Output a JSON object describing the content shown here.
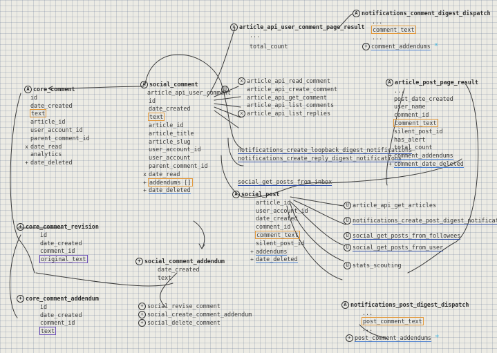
{
  "blocks": {
    "core_comment": {
      "title": "core_comment",
      "title_mark": "A",
      "fields": [
        "id",
        "date_created",
        "text",
        "article_id",
        "user_account_id",
        "parent_comment_id",
        "date_read",
        "analytics",
        "date_deleted"
      ],
      "field_marks": [
        "",
        "",
        "",
        "",
        "",
        "",
        "x",
        "",
        "+"
      ]
    },
    "core_comment_revision": {
      "title": "core_comment_revision",
      "title_mark": "+",
      "fields": [
        "id",
        "date_created",
        "comment_id",
        "original_text"
      ]
    },
    "core_comment_addendum": {
      "title": "core_comment_addendum",
      "title_mark": "+",
      "fields": [
        "id",
        "date_created",
        "comment_id",
        "text"
      ]
    },
    "social_comment": {
      "title": "social_comment",
      "title2": "article_api_user_comment",
      "title_mark": "A",
      "fields": [
        "id",
        "date_created",
        "text",
        "article_id",
        "article_title",
        "article_slug",
        "user_account_id",
        "user_account",
        "parent_comment_id",
        "date_read",
        "addendums []",
        "date_deleted"
      ],
      "field_marks": [
        "",
        "",
        "",
        "",
        "",
        "",
        "",
        "",
        "",
        "x",
        "+",
        "+"
      ]
    },
    "social_comment_addendum": {
      "title": "social_comment_addendum",
      "title_mark": "+",
      "fields": [
        "date_created",
        "text"
      ]
    },
    "social_functions": {
      "items": [
        "social_revise_comment",
        "social_create_comment_addendum",
        "social_delete_comment"
      ]
    },
    "article_api_user_comment_page_result": {
      "title": "article_api_user_comment_page_result",
      "title_mark": "x",
      "fields": [
        "...",
        "total_count"
      ]
    },
    "article_api": {
      "items": [
        "article_api_read_comment",
        "article_api_create_comment",
        "article_api_get_comment",
        "article_api_list_comments",
        "article_api_list_replies"
      ],
      "marks": [
        "x",
        "",
        "",
        "",
        "x"
      ],
      "group_mark": "U"
    },
    "notifications_create": {
      "items": [
        "notifications_create_loopback_digest_notifications",
        "notifications_create_reply_digest_notifications"
      ]
    },
    "social_get_posts_from_inbox": {
      "label": "social_get_posts_from_inbox"
    },
    "notifications_comment_digest_dispatch": {
      "title": "notifications_comment_digest_dispatch",
      "title_mark": "A",
      "fields": [
        "...",
        "comment_text",
        "...",
        "comment_addendums"
      ]
    },
    "article_post_page_result": {
      "title": "article_post_page_result",
      "title_mark": "A",
      "fields": [
        "...",
        "post_date_created",
        "user_name",
        "comment_id",
        "comment_text",
        "silent_post_id",
        "has_alert",
        "total_count",
        "comment_addendums",
        "comment_date_deleted"
      ],
      "field_marks": [
        "",
        "",
        "",
        "",
        "",
        "",
        "",
        "",
        "+",
        "+"
      ]
    },
    "social_post": {
      "title": "social_post",
      "title_mark": "A",
      "fields": [
        "article_id",
        "user_account_id",
        "date_created",
        "comment_id",
        "comment_text",
        "silent_post_id",
        "addendums",
        "date_deleted"
      ],
      "field_marks": [
        "",
        "",
        "",
        "",
        "",
        "",
        "+",
        "+"
      ]
    },
    "post_consumers": {
      "items": [
        "article_api_get_articles",
        "notifications_create_post_digest_notifications",
        "social_get_posts_from_followees",
        "social_get_posts_from_user",
        "stats_scouting"
      ],
      "marks": [
        "U",
        "U",
        "U",
        "U",
        "U"
      ]
    },
    "notifications_post_digest_dispatch": {
      "title": "notifications_post_digest_dispatch",
      "title_mark": "A",
      "fields": [
        "...",
        "post_comment_text",
        "...",
        "post_comment_addendums"
      ]
    },
    "star_symbol": "*"
  }
}
